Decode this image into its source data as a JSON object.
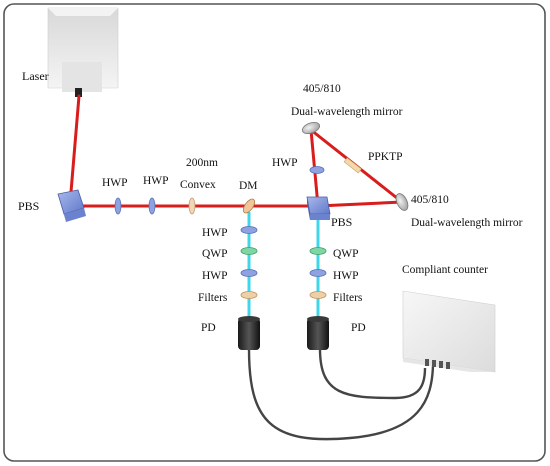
{
  "labels": {
    "laser": "Laser",
    "pbs_left": "PBS",
    "hwp_1": "HWP",
    "hwp_2": "HWP",
    "lens_size": "200nm",
    "lens_type": "Convex",
    "dm": "DM",
    "hwp_loop": "HWP",
    "pbs_right": "PBS",
    "ppktp": "PPKTP",
    "mirror_top_wavelength": "405/810",
    "mirror_top_name": "Dual-wavelength mirror",
    "mirror_right_wavelength": "405/810",
    "mirror_right_name": "Dual-wavelength mirror",
    "left_hwp_a": "HWP",
    "left_qwp": "QWP",
    "left_hwp_b": "HWP",
    "left_filters": "Filters",
    "left_pd": "PD",
    "right_qwp": "QWP",
    "right_hwp": "HWP",
    "right_filters": "Filters",
    "right_pd": "PD",
    "counter": "Compliant counter"
  },
  "colors": {
    "pump_beam": "#d91c1c",
    "signal_beam": "#3fd6e8",
    "frame": "#555555",
    "waveplate": "#7b8fd6",
    "qwp": "#6fcf97",
    "filter": "#e8c79a"
  }
}
